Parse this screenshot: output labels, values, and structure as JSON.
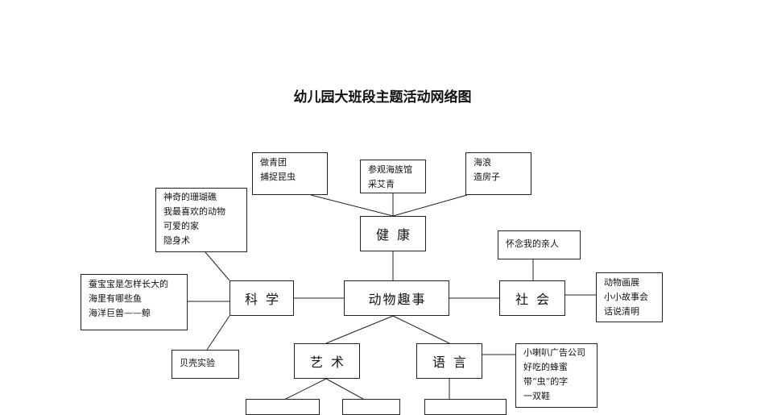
{
  "title": "幼儿园大班段主题活动网络图",
  "center": "动物趣事",
  "nodes": {
    "health": "健康",
    "science": "科学",
    "society": "社会",
    "art": "艺术",
    "language": "语言"
  },
  "notes": {
    "health_left": [
      "做青团",
      "捕捉昆虫"
    ],
    "health_mid": [
      "参观海族馆",
      "采艾青"
    ],
    "health_right": [
      "海浪",
      "造房子"
    ],
    "science_top": [
      "神奇的珊瑚礁",
      "我最喜欢的动物",
      "可爱的家",
      "隐身术"
    ],
    "science_left": [
      "蚕宝宝是怎样长大的",
      "海里有哪些鱼",
      "海洋巨兽——鲸"
    ],
    "science_bottom": [
      "贝壳实验"
    ],
    "society_top": [
      "怀念我的亲人"
    ],
    "society_right": [
      "动物画展",
      "小小故事会",
      "话说清明"
    ],
    "language_right": [
      "小喇叭广告公司",
      "好吃的蜂蜜",
      "带“虫”的字",
      "一双鞋"
    ]
  }
}
